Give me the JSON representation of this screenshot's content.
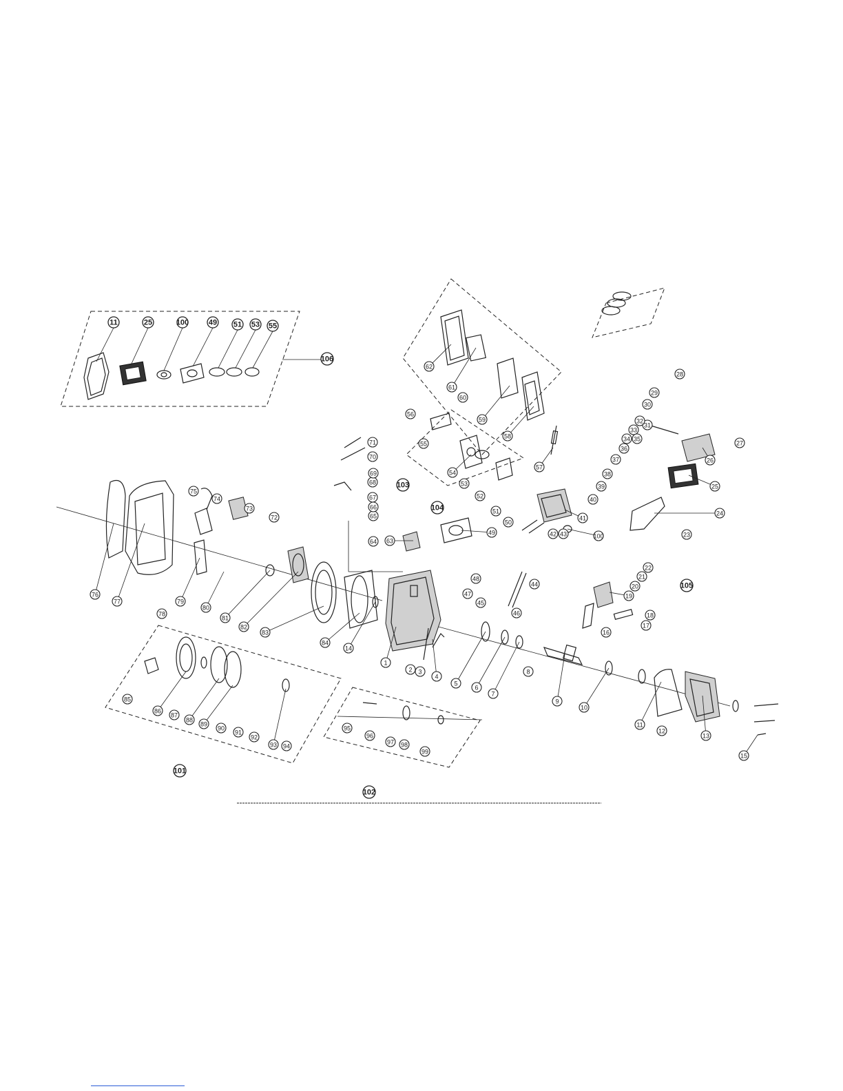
{
  "callouts": [
    "1",
    "2",
    "3",
    "4",
    "5",
    "6",
    "7",
    "8",
    "9",
    "10",
    "11",
    "12",
    "13",
    "14",
    "15",
    "16",
    "17",
    "18",
    "19",
    "20",
    "21",
    "22",
    "23",
    "24",
    "25",
    "26",
    "27",
    "28",
    "29",
    "30",
    "31",
    "32",
    "33",
    "34",
    "35",
    "36",
    "37",
    "38",
    "39",
    "40",
    "41",
    "42",
    "43",
    "44",
    "45",
    "46",
    "47",
    "48",
    "49",
    "50",
    "51",
    "52",
    "53",
    "54",
    "55",
    "56",
    "57",
    "58",
    "59",
    "60",
    "61",
    "62",
    "63",
    "64",
    "65",
    "66",
    "67",
    "68",
    "69",
    "70",
    "71",
    "72",
    "73",
    "74",
    "75",
    "76",
    "77",
    "78",
    "79",
    "80",
    "81",
    "82",
    "83",
    "84",
    "85",
    "86",
    "87",
    "88",
    "89",
    "90",
    "91",
    "92",
    "93",
    "94",
    "95",
    "96",
    "97",
    "98",
    "99",
    "100",
    "101",
    "102",
    "103",
    "104",
    "105",
    "106"
  ],
  "kit_labels": [
    "11",
    "25",
    "100",
    "49",
    "51",
    "53",
    "55"
  ],
  "group_labels": [
    "101",
    "102",
    "103",
    "104",
    "105",
    "106"
  ]
}
